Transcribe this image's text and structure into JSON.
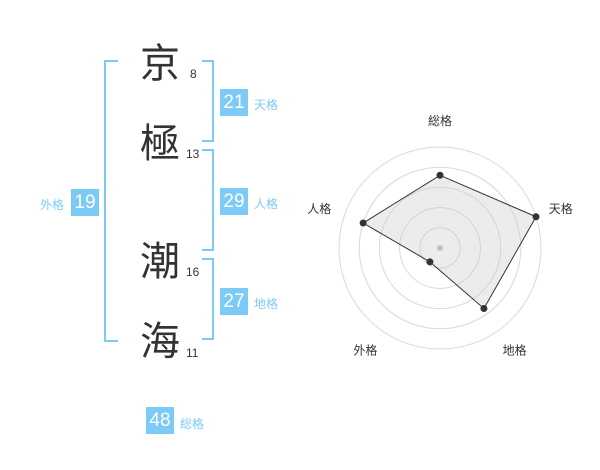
{
  "name": [
    {
      "char": "京",
      "strokes": "8"
    },
    {
      "char": "極",
      "strokes": "13"
    },
    {
      "char": "潮",
      "strokes": "16"
    },
    {
      "char": "海",
      "strokes": "11"
    }
  ],
  "fortunes": {
    "tenkaku": {
      "value": "21",
      "label": "天格"
    },
    "jinkaku": {
      "value": "29",
      "label": "人格"
    },
    "chikaku": {
      "value": "27",
      "label": "地格"
    },
    "gaikaku": {
      "value": "19",
      "label": "外格"
    },
    "soukaku": {
      "value": "48",
      "label": "総格"
    }
  },
  "colors": {
    "accent": "#7ccbf6",
    "text": "#333333"
  },
  "chart_data": {
    "type": "radar",
    "axes": [
      "総格",
      "天格",
      "地格",
      "外格",
      "人格"
    ],
    "values": [
      0.72,
      1.0,
      0.74,
      0.17,
      0.8
    ],
    "rings": 5,
    "grid": true
  }
}
